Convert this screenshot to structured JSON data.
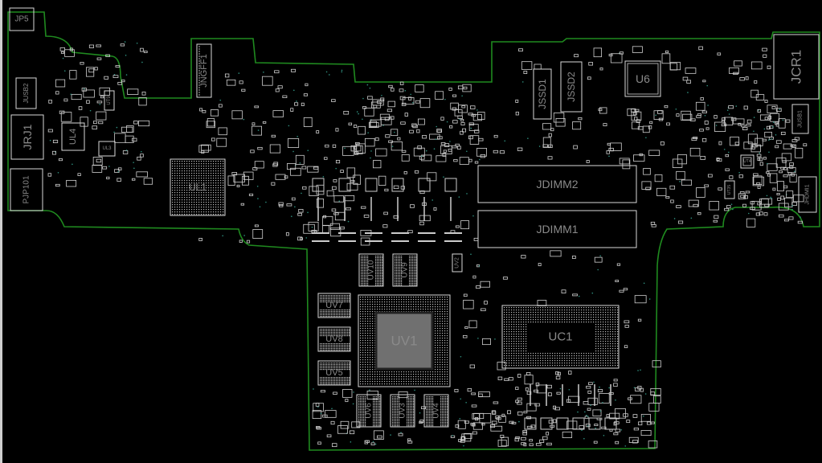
{
  "board": {
    "outline_color": "#1f8a1f",
    "part_color": "#d8d8d8",
    "label_color": "#8a8a8a",
    "background": "#000000"
  },
  "components": [
    {
      "ref": "JP5"
    },
    {
      "ref": "JUSB2"
    },
    {
      "ref": "JRJ1"
    },
    {
      "ref": "UL4"
    },
    {
      "ref": "PJP101"
    },
    {
      "ref": "UL3"
    },
    {
      "ref": "UT9"
    },
    {
      "ref": "UL1"
    },
    {
      "ref": "JNGFF1"
    },
    {
      "ref": "JSSD1"
    },
    {
      "ref": "JSSD2"
    },
    {
      "ref": "U6"
    },
    {
      "ref": "JCR1"
    },
    {
      "ref": "JUSB1"
    },
    {
      "ref": "JHDMI1"
    },
    {
      "ref": "UT4"
    },
    {
      "ref": "UT35"
    },
    {
      "ref": "JDIMM2"
    },
    {
      "ref": "JDIMM1"
    },
    {
      "ref": "UV10"
    },
    {
      "ref": "UV9"
    },
    {
      "ref": "UV2"
    },
    {
      "ref": "UV7"
    },
    {
      "ref": "UV8"
    },
    {
      "ref": "UV5"
    },
    {
      "ref": "UV1"
    },
    {
      "ref": "UV6"
    },
    {
      "ref": "UV3"
    },
    {
      "ref": "UV4"
    },
    {
      "ref": "UC1"
    }
  ]
}
